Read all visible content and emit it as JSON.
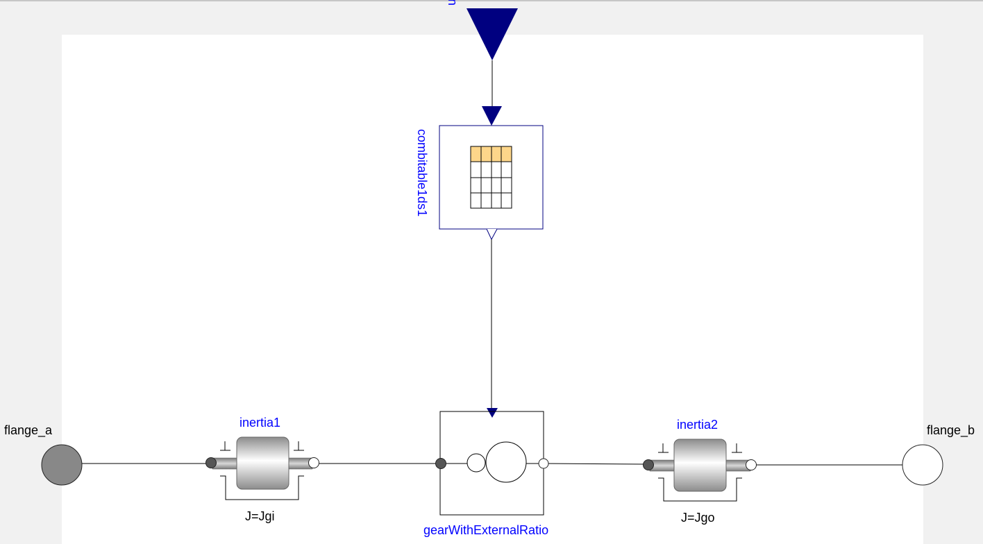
{
  "diagram": {
    "input_port": {
      "label": "u",
      "color": "#000080"
    },
    "combitable": {
      "name": "combitable1ds1",
      "table_header_color": "#fdd68a",
      "table_rows": 4,
      "table_cols": 4
    },
    "gear": {
      "name": "gearWithExternalRatio"
    },
    "inertia1": {
      "name": "inertia1",
      "parameter": "J=Jgi"
    },
    "inertia2": {
      "name": "inertia2",
      "parameter": "J=Jgo"
    },
    "flange_a": {
      "label": "flange_a",
      "fill": "#888888"
    },
    "flange_b": {
      "label": "flange_b",
      "fill": "#ffffff"
    },
    "colors": {
      "signal": "#000080",
      "label": "#0000ff",
      "line": "#000000"
    }
  }
}
